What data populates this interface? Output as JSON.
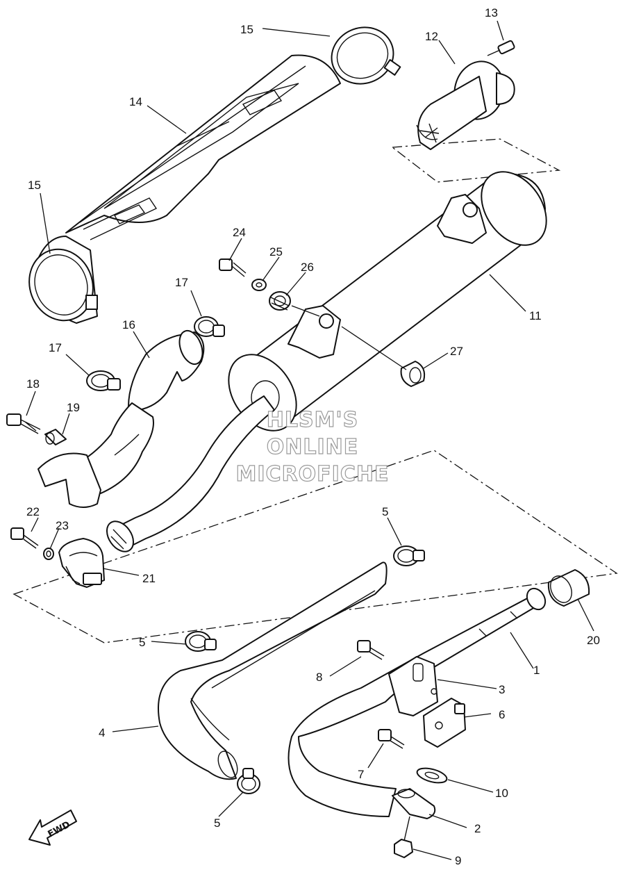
{
  "watermark": {
    "line1": "HLSM'S",
    "line2": "ONLINE",
    "line3": "MICROFICHE"
  },
  "direction_label": "FWD",
  "callouts": {
    "c1": "1",
    "c2": "2",
    "c3": "3",
    "c4": "4",
    "c5a": "5",
    "c5b": "5",
    "c5c": "5",
    "c6": "6",
    "c7": "7",
    "c8": "8",
    "c9": "9",
    "c10": "10",
    "c11": "11",
    "c12": "12",
    "c13": "13",
    "c14": "14",
    "c15a": "15",
    "c15b": "15",
    "c16": "16",
    "c17a": "17",
    "c17b": "17",
    "c18": "18",
    "c19": "19",
    "c20": "20",
    "c21": "21",
    "c22": "22",
    "c23": "23",
    "c24": "24",
    "c25": "25",
    "c26": "26",
    "c27": "27"
  },
  "colors": {
    "ink": "#111111",
    "watermark_outline": "#9a9a9a",
    "paper": "#ffffff"
  }
}
